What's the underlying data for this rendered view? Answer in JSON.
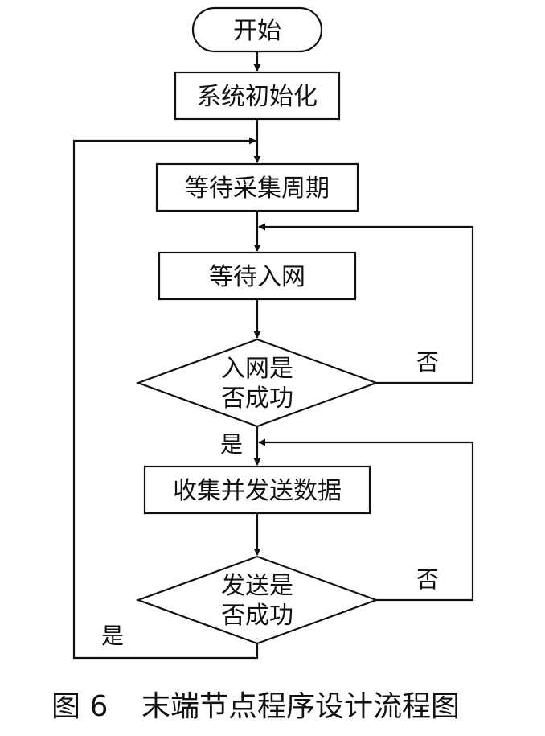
{
  "nodes": {
    "start": "开始",
    "init": "系统初始化",
    "wait_cycle": "等待采集周期",
    "wait_join": "等待入网",
    "join_check_line1": "入网是",
    "join_check_line2": "否成功",
    "collect_send": "收集并发送数据",
    "send_check_line1": "发送是",
    "send_check_line2": "否成功"
  },
  "branches": {
    "join_no": "否",
    "join_yes": "是",
    "send_no": "否",
    "send_yes": "是"
  },
  "caption": {
    "number": "图 6",
    "title": "末端节点程序设计流程图"
  },
  "colors": {
    "stroke": "#111111",
    "background": "#ffffff"
  }
}
